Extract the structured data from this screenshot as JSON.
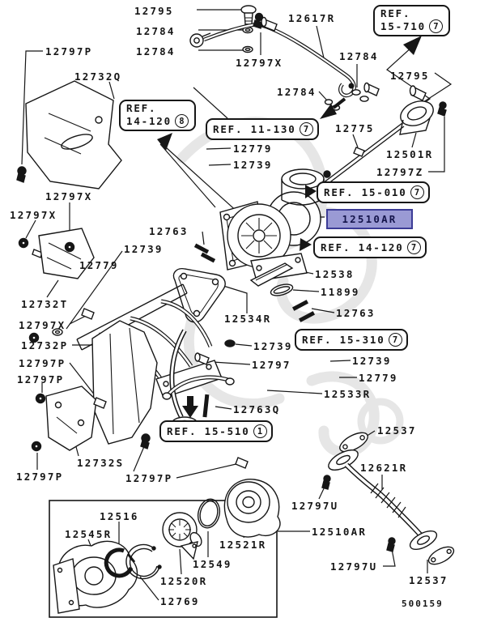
{
  "diagram": {
    "title": "Turbocharger and oil pipe exploded parts diagram",
    "figure_code": "500159",
    "selected_part": "12510AR",
    "colors": {
      "ink": "#161616",
      "highlight_fill": "#9a9ad4",
      "highlight_border": "#3c3c96",
      "highlight_text": "#14144a",
      "watermark": "#e6e6e6"
    }
  },
  "labels": [
    {
      "text": "12795"
    },
    {
      "text": "12784"
    },
    {
      "text": "12784"
    },
    {
      "text": "12797P"
    },
    {
      "text": "12732Q"
    },
    {
      "text": "12797X"
    },
    {
      "text": "12617R"
    },
    {
      "text": "12784"
    },
    {
      "text": "12795"
    },
    {
      "text": "12784"
    },
    {
      "text": "12775"
    },
    {
      "text": "12779"
    },
    {
      "text": "12739"
    },
    {
      "text": "12501R"
    },
    {
      "text": "12797Z"
    },
    {
      "text": "12797X"
    },
    {
      "text": "12797X"
    },
    {
      "text": "12763"
    },
    {
      "text": "12739"
    },
    {
      "text": "12779"
    },
    {
      "text": "12732T"
    },
    {
      "text": "12797X"
    },
    {
      "text": "12732P"
    },
    {
      "text": "12797P"
    },
    {
      "text": "12797P"
    },
    {
      "text": "12534R"
    },
    {
      "text": "12538"
    },
    {
      "text": "11899"
    },
    {
      "text": "12763"
    },
    {
      "text": "12739"
    },
    {
      "text": "12779"
    },
    {
      "text": "12533R"
    },
    {
      "text": "12739"
    },
    {
      "text": "12797"
    },
    {
      "text": "12763Q"
    },
    {
      "text": "12732S"
    },
    {
      "text": "12797P"
    },
    {
      "text": "12797P"
    },
    {
      "text": "12516"
    },
    {
      "text": "12545R"
    },
    {
      "text": "12521R"
    },
    {
      "text": "12549"
    },
    {
      "text": "12520R"
    },
    {
      "text": "12769"
    },
    {
      "text": "12537"
    },
    {
      "text": "12621R"
    },
    {
      "text": "12797U"
    },
    {
      "text": "12510AR"
    },
    {
      "text": "12797U"
    },
    {
      "text": "12537"
    }
  ],
  "ref_boxes": [
    {
      "line1": "REF.",
      "line2": "14-120",
      "circle": "8"
    },
    {
      "line1": "REF.",
      "line2": "15-710",
      "circle": "7"
    },
    {
      "text": "REF. 11-130",
      "circle": "7"
    },
    {
      "text": "REF. 15-010",
      "circle": "7"
    },
    {
      "text": "REF. 14-120",
      "circle": "7"
    },
    {
      "text": "REF. 15-310",
      "circle": "7"
    },
    {
      "text": "REF. 15-510",
      "circle": "1"
    }
  ]
}
